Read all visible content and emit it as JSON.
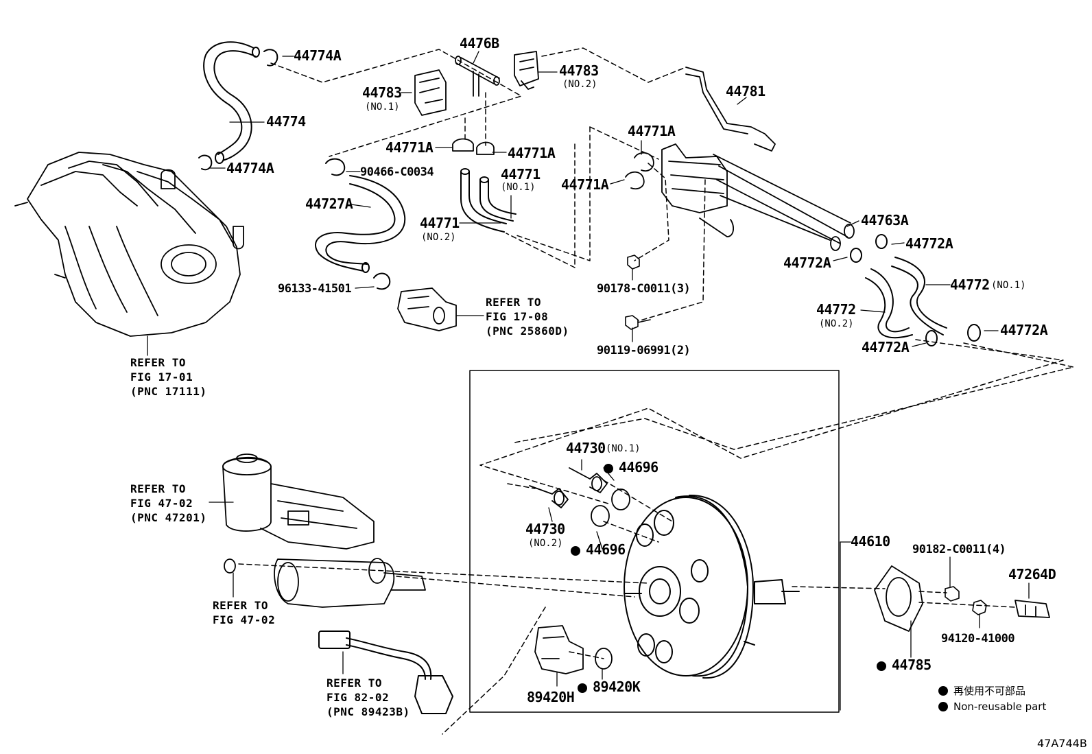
{
  "labels": {
    "p44774A_top": "44774A",
    "p4476B": "4476B",
    "p44783_no1": "44783",
    "p44783_no1_sub": "(NO.1)",
    "p44783_no2": "44783",
    "p44783_no2_sub": "(NO.2)",
    "p44781": "44781",
    "p44774": "44774",
    "p44774A_bot": "44774A",
    "p44771A_left": "44771A",
    "p44771A_mid": "44771A",
    "p44771A_right1": "44771A",
    "p44771A_right2": "44771A",
    "p90466": "90466-C0034",
    "p44727A": "44727A",
    "p44771_no1": "44771",
    "p44771_no1_sub": "(NO.1)",
    "p44771_no2": "44771",
    "p44771_no2_sub": "(NO.2)",
    "p44763A": "44763A",
    "p44772A_r1": "44772A",
    "p44772A_l1": "44772A",
    "p44772_no1": "44772",
    "p44772_no1_sub": "(NO.1)",
    "p44772_no2": "44772",
    "p44772_no2_sub": "(NO.2)",
    "p44772A_r2": "44772A",
    "p44772A_l2": "44772A",
    "p90178": "90178-C0011(3)",
    "p90119": "90119-06991(2)",
    "p96133": "96133-41501",
    "p44730_no1": "44730",
    "p44730_no1_sub": "(NO.1)",
    "p44696_top": "44696",
    "p44730_no2": "44730",
    "p44730_no2_sub": "(NO.2)",
    "p44696_bot": "44696",
    "p44610": "44610",
    "p90182": "90182-C0011(4)",
    "p47264D": "47264D",
    "p94120": "94120-41000",
    "p44785": "44785",
    "p89420H": "89420H",
    "p89420K": "89420K"
  },
  "references": {
    "fig17_08": [
      "REFER TO",
      "FIG 17-08",
      "(PNC 25860D)"
    ],
    "fig17_01": [
      "REFER TO",
      "FIG 17-01",
      "(PNC 17111)"
    ],
    "fig47_02_res": [
      "REFER TO",
      "FIG 47-02",
      "(PNC 47201)"
    ],
    "fig47_02": [
      "REFER TO",
      "FIG 47-02"
    ],
    "fig82_02": [
      "REFER TO",
      "FIG 82-02",
      "(PNC 89423B)"
    ]
  },
  "legend": {
    "japanese": "再使用不可部品",
    "english": "Non-reusable part"
  },
  "diagram_code": "47A744B"
}
